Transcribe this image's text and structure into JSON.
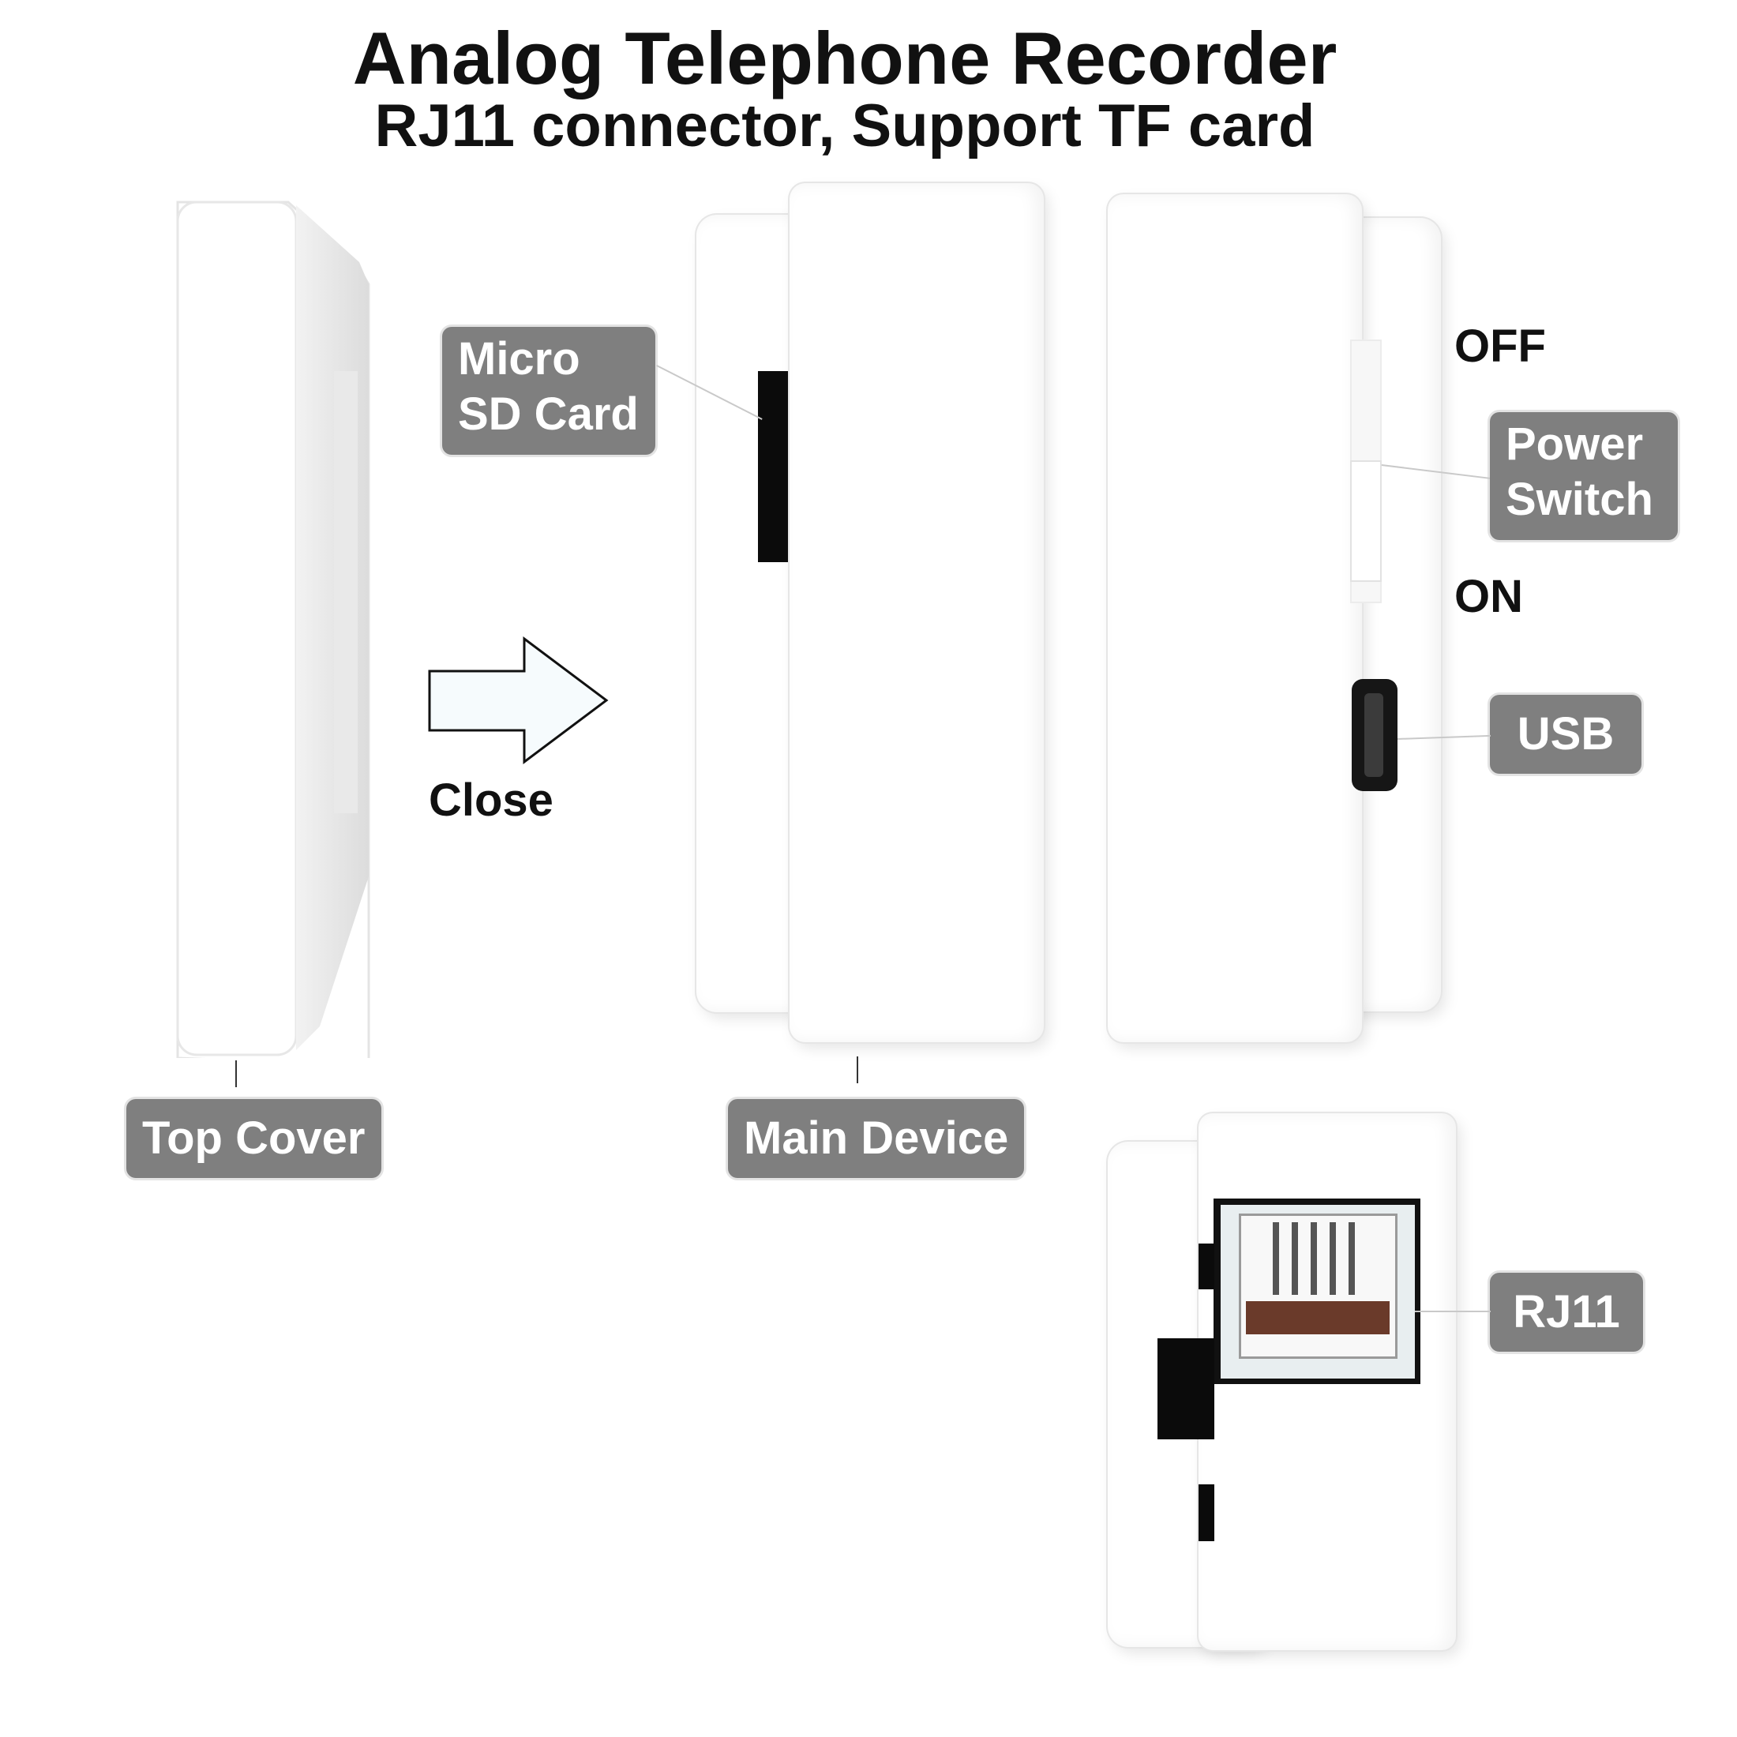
{
  "title": "Analog Telephone Recorder",
  "subtitle": "RJ11 connector, Support TF card",
  "labels": {
    "top_cover": "Top Cover",
    "main_device": "Main Device",
    "micro_sd_line1": "Micro",
    "micro_sd_line2": "SD Card",
    "power_line1": "Power",
    "power_line2": "Switch",
    "usb": "USB",
    "rj11": "RJ11",
    "off": "OFF",
    "on": "ON",
    "close": "Close"
  },
  "colors": {
    "tag_background": "#7f7f7f",
    "tag_text": "#ffffff",
    "heading_text": "#111111"
  },
  "icons": {
    "arrow": "arrow-right-outline-icon"
  }
}
